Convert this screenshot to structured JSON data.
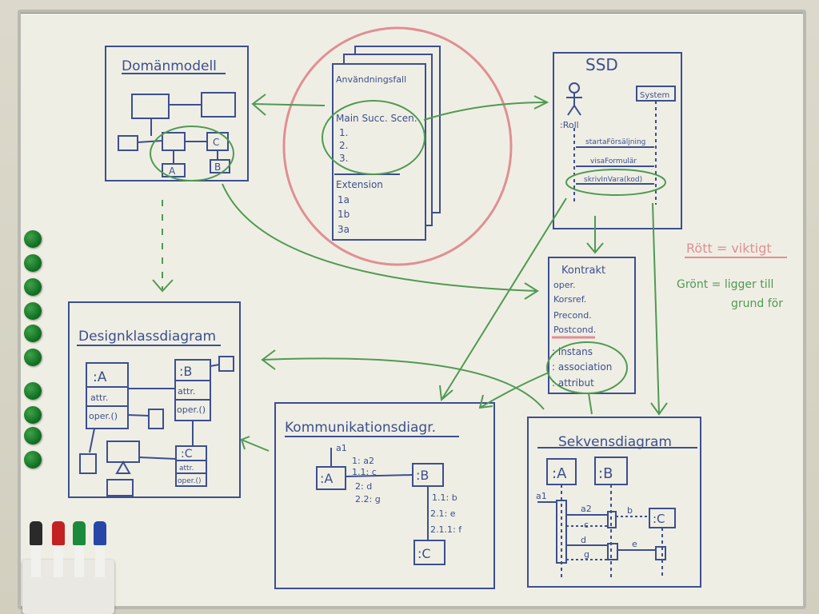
{
  "colors": {
    "blue": "#3c4f8f",
    "green": "#4f9a52",
    "red": "#e08f93"
  },
  "domanmodell": {
    "title": "Domänmodell",
    "labels": [
      "C",
      "A",
      "B"
    ]
  },
  "use_case": {
    "title": "Användningsfall",
    "main": "Main Succ. Scen.",
    "steps": [
      "1.",
      "2.",
      "3."
    ],
    "ext_title": "Extension",
    "exts": [
      "1a",
      "1b",
      "3a"
    ]
  },
  "ssd": {
    "title": "SSD",
    "actor": ":Roll",
    "system": "System",
    "messages": [
      "startaFörsäljning",
      "visaFormulär",
      "skrivInVara(kod)"
    ]
  },
  "kontrakt": {
    "title": "Kontrakt",
    "lines": [
      "oper.",
      "Korsref.",
      "Precond.",
      "Postcond."
    ],
    "items": [
      ": instans",
      ": association",
      ": attribut"
    ]
  },
  "legend": {
    "red": "Rött = viktigt",
    "green_1": "Grönt = ligger till",
    "green_2": "grund för"
  },
  "designklass": {
    "title": "Designklassdiagram",
    "class_a": ":A",
    "class_b": ":B",
    "class_c": ":C",
    "attr": "attr.",
    "oper": "oper.()",
    "oper_b": "oper.()",
    "attr_c": "attr.",
    "oper_c": "oper.()"
  },
  "kommunikation": {
    "title": "Kommunikationsdiagr.",
    "a": ":A",
    "b": ":B",
    "c": ":C",
    "a1": "a1",
    "msgs": [
      "1: a2",
      "1.1: c",
      "2: d",
      "2.2: g"
    ],
    "msgs_b": [
      "1.1: b",
      "2.1: e",
      "2.1.1: f"
    ]
  },
  "sekvens": {
    "title": "Sekvensdiagram",
    "a": ":A",
    "b": ":B",
    "c": ":C",
    "msgs": [
      "a1",
      "a2",
      "b",
      "c",
      "d",
      "g",
      "e"
    ]
  }
}
